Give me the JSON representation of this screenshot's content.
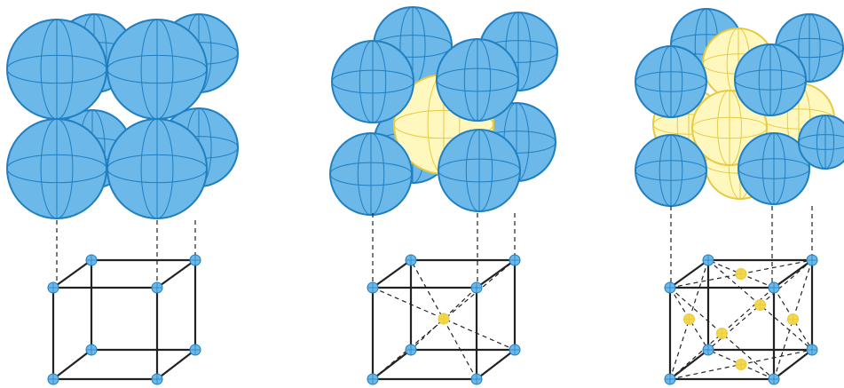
{
  "diagram": {
    "panels": [
      {
        "lattice": "simple-cubic",
        "corner_atoms": 8,
        "body_center_atoms": 0,
        "face_center_atoms": 0
      },
      {
        "lattice": "body-centered-cubic",
        "corner_atoms": 8,
        "body_center_atoms": 1,
        "face_center_atoms": 0
      },
      {
        "lattice": "face-centered-cubic",
        "corner_atoms": 8,
        "body_center_atoms": 0,
        "face_center_atoms": 6
      }
    ],
    "colors": {
      "corner_atom_fill": "#6CB8E8",
      "corner_atom_stroke": "#1F7FC1",
      "center_atom_fill": "#FFF8BE",
      "center_atom_stroke": "#E8C940",
      "small_center_atom": "#F2D84A",
      "edge_line": "#222222"
    }
  }
}
